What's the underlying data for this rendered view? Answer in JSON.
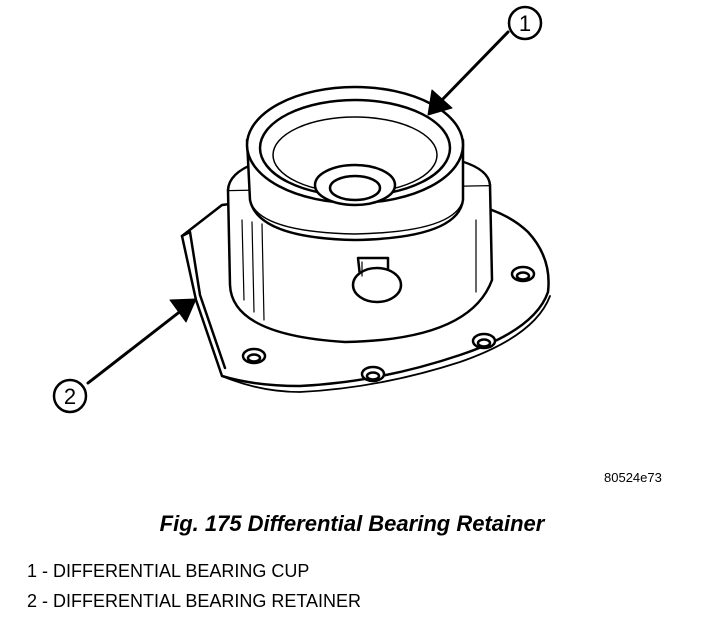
{
  "figure": {
    "part_id": "80524e73",
    "caption": "Fig. 175 Differential Bearing Retainer",
    "callouts": [
      {
        "number": "1",
        "label": "DIFFERENTIAL BEARING CUP"
      },
      {
        "number": "2",
        "label": "DIFFERENTIAL BEARING RETAINER"
      }
    ]
  },
  "legend": {
    "items": [
      "1 - DIFFERENTIAL BEARING CUP",
      "2 - DIFFERENTIAL BEARING RETAINER"
    ]
  }
}
